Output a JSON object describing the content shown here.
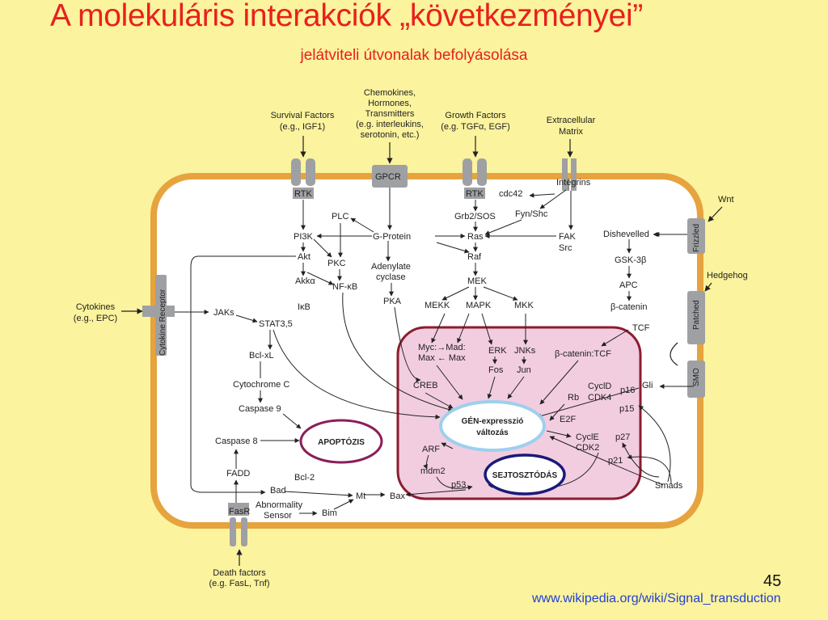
{
  "title": "A molekuláris interakciók „következményei”",
  "subtitle": "jelátviteli útvonalak befolyásolása",
  "page_number": "45",
  "link": "www.wikipedia.org/wiki/Signal_transduction",
  "colors": {
    "background": "#fbf39d",
    "cell_membrane": "#e6a33e",
    "nucleus": "#f2cde0",
    "nucleus_border": "#8b1e2e",
    "title": "#e8201e",
    "link": "#1f3fd8"
  },
  "extracellular": {
    "survival": [
      "Survival Factors",
      "(e.g., IGF1)"
    ],
    "chemokines": [
      "Chemokines,",
      "Hormones,",
      "Transmitters",
      "(e.g. interleukins,",
      "serotonin, etc.)"
    ],
    "growth": [
      "Growth Factors",
      "(e.g. TGFα, EGF)"
    ],
    "matrix": [
      "Extracellular",
      "Matrix"
    ],
    "wnt": "Wnt",
    "hedgehog": "Hedgehog",
    "cytokines": [
      "Cytokines",
      "(e.g., EPC)"
    ],
    "death": [
      "Death factors",
      "(e.g. FasL, Tnf)"
    ]
  },
  "receptors": {
    "rtk1": "RTK",
    "gpcr": "GPCR",
    "rtk2": "RTK",
    "integrins": "Integrins",
    "frizzled": "Frizzled",
    "patched": "Patched",
    "smo": "SMO",
    "cytokine_receptor": "Cytokine Receptor",
    "fasr": "FasR"
  },
  "nodes": {
    "cdc42": "cdc42",
    "pi3k": "PI3K",
    "plc": "PLC",
    "gprotein": "G-Protein",
    "ras": "Ras",
    "grb2": "Grb2/SOS",
    "fynshc": "Fyn/Shc",
    "fak": "FAK",
    "src": "Src",
    "akt": "Akt",
    "pkc": "PKC",
    "adenylate1": "Adenylate",
    "adenylate2": "cyclase",
    "raf": "Raf",
    "akka": "Akkα",
    "nfkb": "NF-κB",
    "mek": "MEK",
    "jaks": "JAKs",
    "ikb": "IκB",
    "pka": "PKA",
    "mekk": "MEKK",
    "mapk": "MAPK",
    "mkk": "MKK",
    "stat": "STAT3,5",
    "bclxl": "Bcl-xL",
    "cytc": "Cytochrome C",
    "casp9": "Caspase 9",
    "casp8": "Caspase 8",
    "fadd": "FADD",
    "bcl2": "Bcl-2",
    "bad": "Bad",
    "mt": "Mt",
    "abn1": "Abnormality",
    "abn2": "Sensor",
    "bim": "Bim",
    "bax": "Bax",
    "dishevelled": "Dishevelled",
    "gsk": "GSK-3β",
    "apc": "APC",
    "bcatenin": "β-catenin",
    "tcf": "TCF",
    "gli": "Gli",
    "smads": "Smads"
  },
  "nucleus_nodes": {
    "mycmad1": "Myc:→Mad:",
    "mycmad2": "Max ← Max",
    "erk": "ERK",
    "fos": "Fos",
    "jnks": "JNKs",
    "jun": "Jun",
    "bcattcf": "β-catenin:TCF",
    "creb": "CREB",
    "cycld": "CyclD",
    "cdk4": "CDK4",
    "rb": "Rb",
    "p16": "p16",
    "p15": "p15",
    "e2f": "E2F",
    "cycle": "CyclE",
    "cdk2": "CDK2",
    "p27": "p27",
    "p21": "p21",
    "arf": "ARF",
    "mdm2": "mdm2",
    "p53": "p53"
  },
  "outcomes": {
    "gene_expr1": "GÉN-expresszió",
    "gene_expr2": "változás",
    "apoptosis": "APOPTÓZIS",
    "division": "SEJTOSZTÓDÁS"
  }
}
